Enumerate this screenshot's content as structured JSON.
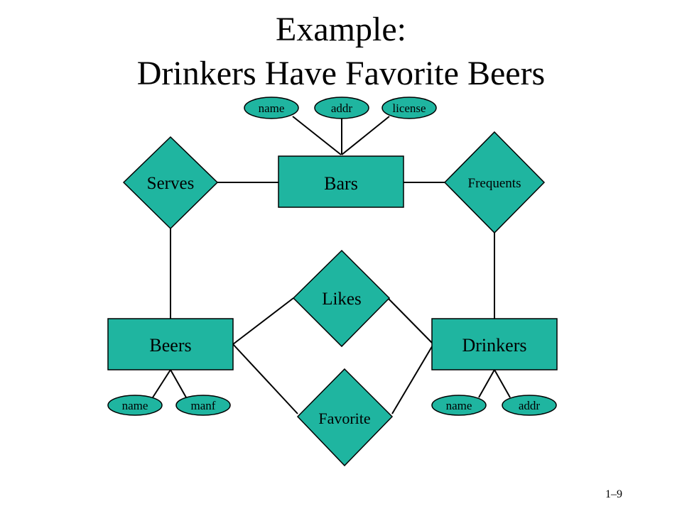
{
  "title": {
    "line1": "Example:",
    "line2": "Drinkers Have Favorite Beers"
  },
  "entities": {
    "bars": "Bars",
    "beers": "Beers",
    "drinkers": "Drinkers"
  },
  "relationships": {
    "serves": "Serves",
    "frequents": "Frequents",
    "likes": "Likes",
    "favorite": "Favorite"
  },
  "attributes": {
    "bars": [
      "name",
      "addr",
      "license"
    ],
    "beers": [
      "name",
      "manf"
    ],
    "drinkers": [
      "name",
      "addr"
    ]
  },
  "colors": {
    "fill": "#1fb5a0",
    "stroke": "#000000"
  },
  "page_number": "1–9"
}
